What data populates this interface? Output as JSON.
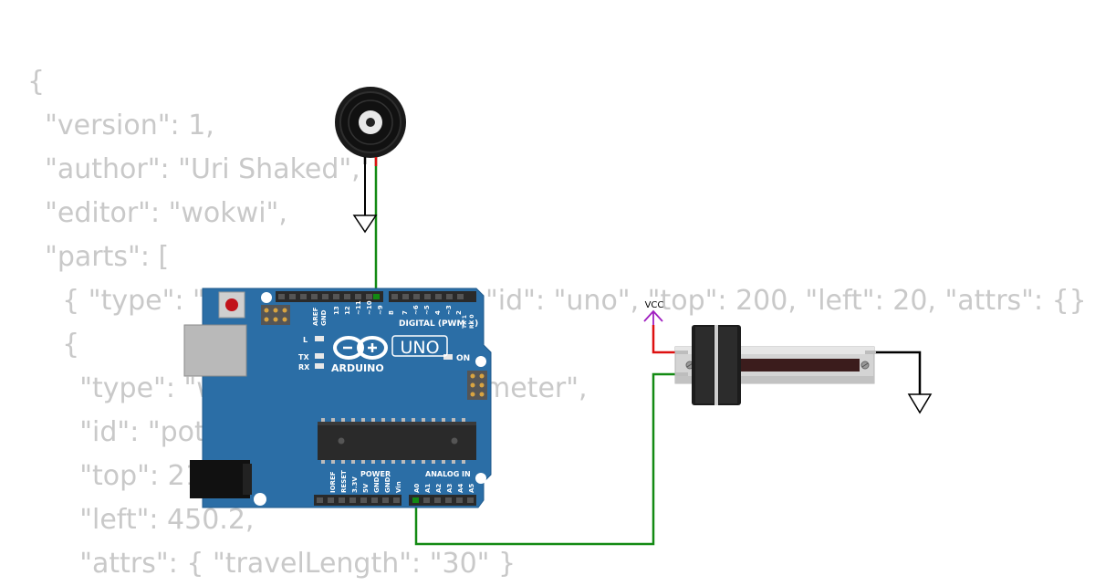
{
  "code_lines": [
    "{",
    "  \"version\": 1,",
    "  \"author\": \"Uri Shaked\",",
    "  \"editor\": \"wokwi\",",
    "  \"parts\": [",
    "    { \"type\": \"w",
    "    {",
    "      \"type\": \"w",
    "      \"id\": \"pot",
    "      \"top\": 21",
    "      \"left\": 450.2,",
    "      \"attrs\": { \"travelLength\": \"30\" }"
  ],
  "code_fragments": {
    "uno_line_tail": "\"id\": \"uno\", \"top\": 200, \"left\": 20, \"attrs\": {} }",
    "pot_type_tail": "meter\","
  },
  "arduino": {
    "logo_text": "ARDUINO",
    "model_badge": "UNO",
    "digital_header": "DIGITAL (PWM ~)",
    "analog_header": "ANALOG IN",
    "power_header": "POWER",
    "on_label": "ON",
    "l_label": "L",
    "tx_label": "TX",
    "rx_label": "RX",
    "digital_pins": [
      "AREF",
      "GND",
      "13",
      "12",
      "~11",
      "~10",
      "~9",
      "8",
      "7",
      "~6",
      "~5",
      "4",
      "~3",
      "2",
      "TX 1",
      "RX 0"
    ],
    "power_pins": [
      "IOREF",
      "RESET",
      "3.3V",
      "5V",
      "GND",
      "GND",
      "Vin"
    ],
    "analog_pins": [
      "A0",
      "A1",
      "A2",
      "A3",
      "A4",
      "A5"
    ]
  },
  "vcc_label": "VCC",
  "colors": {
    "board": "#2b6ea6",
    "wire_signal": "#138a13",
    "wire_power": "#dd1111",
    "wire_ground": "#000000",
    "vcc_arrow": "#a020c0",
    "code_text": "#c9c9c9"
  }
}
